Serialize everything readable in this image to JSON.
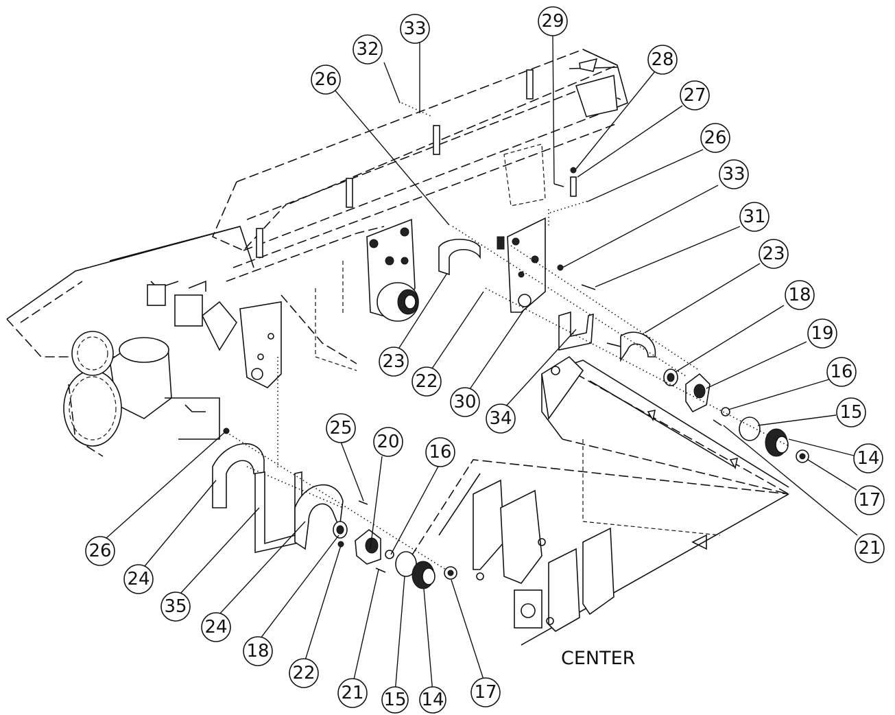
{
  "diagram": {
    "center_label": "CENTER",
    "callouts": [
      {
        "id": "c32",
        "label": "32"
      },
      {
        "id": "c33a",
        "label": "33"
      },
      {
        "id": "c29",
        "label": "29"
      },
      {
        "id": "c28",
        "label": "28"
      },
      {
        "id": "c27",
        "label": "27"
      },
      {
        "id": "c26a",
        "label": "26"
      },
      {
        "id": "c26b",
        "label": "26"
      },
      {
        "id": "c33b",
        "label": "33"
      },
      {
        "id": "c31",
        "label": "31"
      },
      {
        "id": "c23a",
        "label": "23"
      },
      {
        "id": "c18a",
        "label": "18"
      },
      {
        "id": "c19",
        "label": "19"
      },
      {
        "id": "c16a",
        "label": "16"
      },
      {
        "id": "c15a",
        "label": "15"
      },
      {
        "id": "c14a",
        "label": "14"
      },
      {
        "id": "c17a",
        "label": "17"
      },
      {
        "id": "c21a",
        "label": "21"
      },
      {
        "id": "c23b",
        "label": "23"
      },
      {
        "id": "c22a",
        "label": "22"
      },
      {
        "id": "c30",
        "label": "30"
      },
      {
        "id": "c34",
        "label": "34"
      },
      {
        "id": "c25",
        "label": "25"
      },
      {
        "id": "c20",
        "label": "20"
      },
      {
        "id": "c16b",
        "label": "16"
      },
      {
        "id": "c26c",
        "label": "26"
      },
      {
        "id": "c24a",
        "label": "24"
      },
      {
        "id": "c35",
        "label": "35"
      },
      {
        "id": "c24b",
        "label": "24"
      },
      {
        "id": "c18b",
        "label": "18"
      },
      {
        "id": "c22b",
        "label": "22"
      },
      {
        "id": "c21b",
        "label": "21"
      },
      {
        "id": "c15b",
        "label": "15"
      },
      {
        "id": "c14b",
        "label": "14"
      },
      {
        "id": "c17b",
        "label": "17"
      }
    ]
  }
}
